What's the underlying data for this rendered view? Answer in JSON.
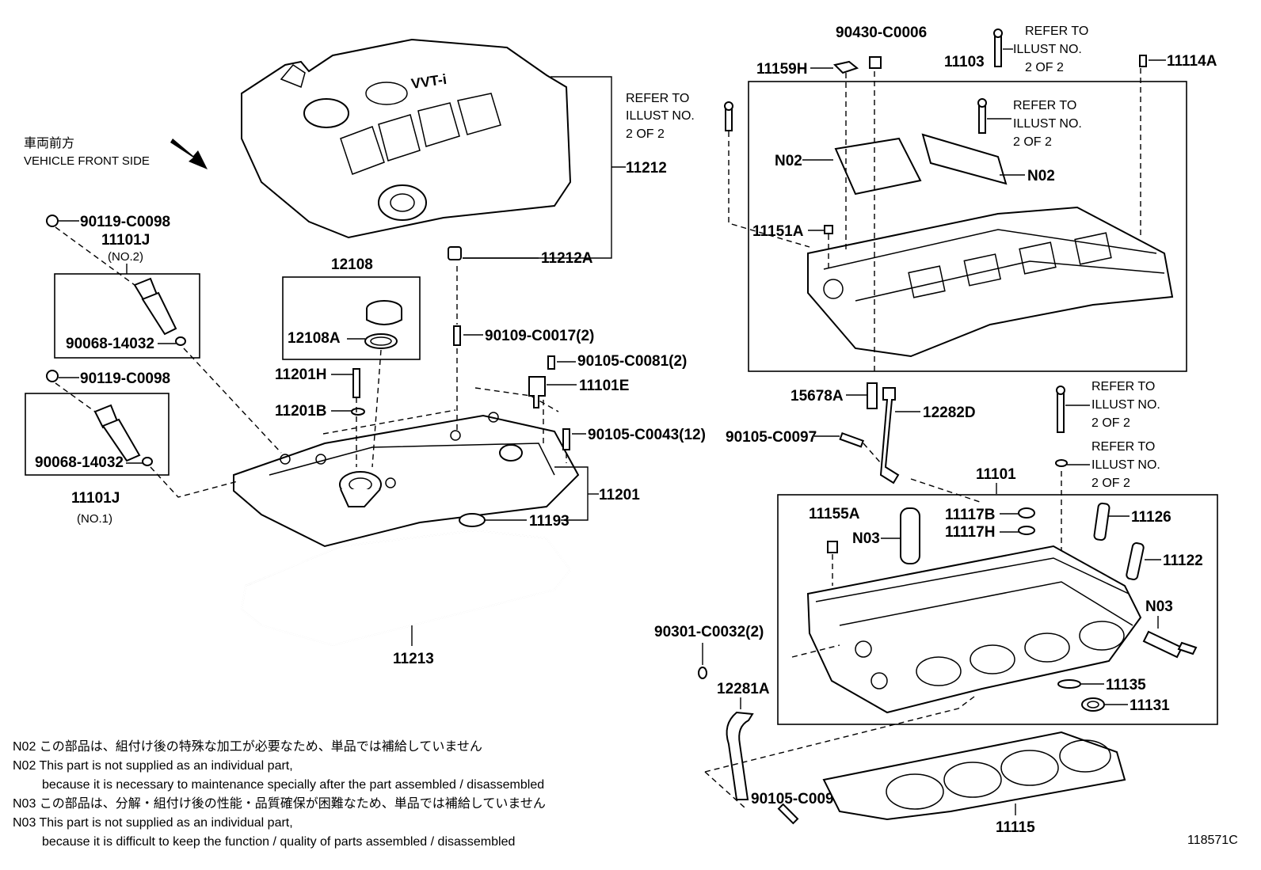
{
  "front_side": {
    "jp": "車両前方",
    "en": "VEHICLE FRONT SIDE"
  },
  "parts": {
    "p11212": "11212",
    "p11212A": "11212A",
    "p12108": "12108",
    "p12108A": "12108A",
    "p11201H": "11201H",
    "p11201B": "11201B",
    "p90109": "90109-C0017(2)",
    "p90105_0081": "90105-C0081(2)",
    "p11101E": "11101E",
    "p90105_0043": "90105-C0043(12)",
    "p11201": "11201",
    "p11193": "11193",
    "p11213": "11213",
    "p90119_a": "90119-C0098",
    "p11101J_a": "11101J",
    "no2": "(NO.2)",
    "p90068_a": "90068-14032",
    "p90119_b": "90119-C0098",
    "p90068_b": "90068-14032",
    "p11101J_b": "11101J",
    "no1": "(NO.1)",
    "p90430": "90430-C0006",
    "p11159H": "11159H",
    "p11103": "11103",
    "p11114A": "11114A",
    "pN02_a": "N02",
    "pN02_b": "N02",
    "p11151A": "11151A",
    "p15678A": "15678A",
    "p12282D": "12282D",
    "p90105_0097_a": "90105-C0097",
    "p11101": "11101",
    "p11155A": "11155A",
    "pN03_a": "N03",
    "p11117B": "11117B",
    "p11117H": "11117H",
    "p11126": "11126",
    "p11122": "11122",
    "pN03_b": "N03",
    "p90301": "90301-C0032(2)",
    "p12281A": "12281A",
    "p11135": "11135",
    "p11131": "11131",
    "p90105_0097_b": "90105-C0097",
    "p11115": "11115"
  },
  "refer": {
    "r1": [
      "REFER TO",
      "ILLUST NO.",
      "2 OF 2"
    ],
    "r2": [
      "REFER TO",
      "ILLUST NO.",
      "2 OF 2"
    ],
    "r3": [
      "REFER TO",
      "ILLUST NO.",
      "2 OF 2"
    ],
    "r4": [
      "REFER TO",
      "ILLUST NO.",
      "2 OF 2"
    ],
    "r5": [
      "REFER TO",
      "ILLUST NO.",
      "2 OF 2"
    ]
  },
  "cover_logo": "VVT-i",
  "notes": {
    "n1": "N02 この部品は、組付け後の特殊な加工が必要なため、単品では補給していません",
    "n2": "N02 This part is not supplied as an individual part,",
    "n3": "because it is necessary to maintenance specially after the part assembled / disassembled",
    "n4": "N03 この部品は、分解・組付け後の性能・品質確保が困難なため、単品では補給していません",
    "n5": "N03 This part is not supplied as an individual part,",
    "n6": "because it is difficult to keep the function / quality of parts assembled / disassembled"
  },
  "diagram_id": "118571C"
}
